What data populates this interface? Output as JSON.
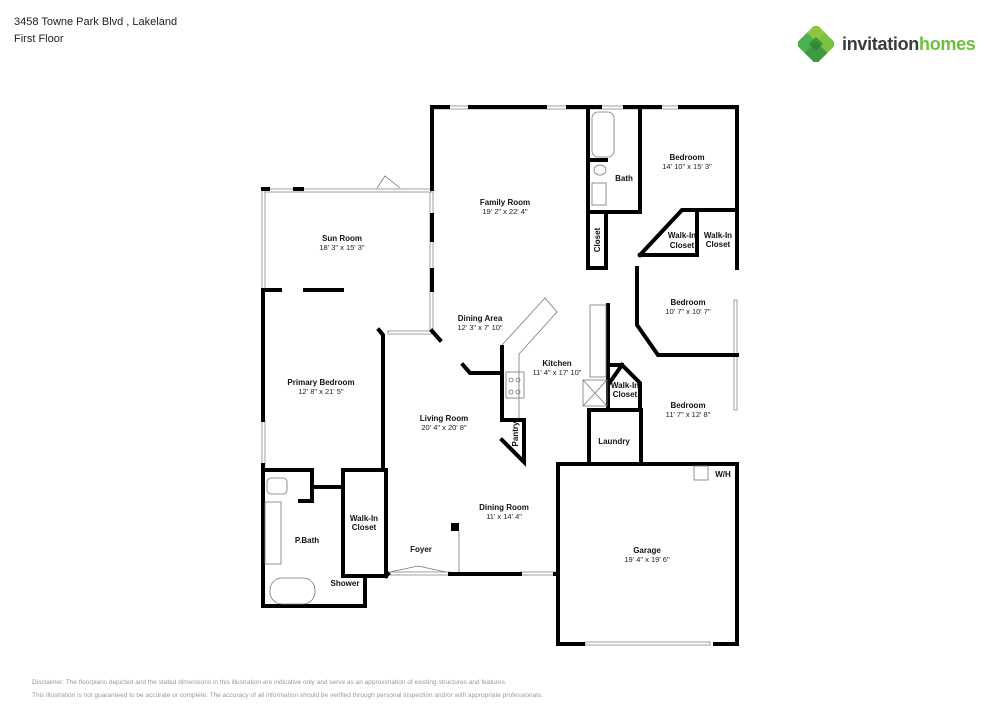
{
  "header": {
    "address": "3458 Towne Park Blvd , Lakeland",
    "floor": "First Floor"
  },
  "logo": {
    "icon": "clover-logo-icon",
    "word1": "invitation",
    "word2": "homes",
    "colors": {
      "dark": "#3a3a3a",
      "green": "#6cbf3c"
    }
  },
  "rooms": {
    "family_room": {
      "name": "Family Room",
      "dims": "19' 2\" x 22' 4\""
    },
    "sun_room": {
      "name": "Sun Room",
      "dims": "18' 3\" x 15' 3\""
    },
    "bath": {
      "name": "Bath"
    },
    "bedroom1": {
      "name": "Bedroom",
      "dims": "14' 10\" x 15' 3\""
    },
    "closet": {
      "name": "Closet"
    },
    "walkin1": {
      "name": "Walk-In Closet"
    },
    "walkin2": {
      "name": "Walk-In Closet"
    },
    "dining_area": {
      "name": "Dining Area",
      "dims": "12' 3\" x 7' 10\""
    },
    "bedroom2": {
      "name": "Bedroom",
      "dims": "10' 7\" x 10' 7\""
    },
    "kitchen": {
      "name": "Kitchen",
      "dims": "11' 4\" x 17' 10\""
    },
    "primary_bedroom": {
      "name": "Primary Bedroom",
      "dims": "12' 8\" x 21' 5\""
    },
    "walkin3": {
      "name": "Walk-In Closet"
    },
    "bedroom3": {
      "name": "Bedroom",
      "dims": "11' 7\" x 12' 8\""
    },
    "living_room": {
      "name": "Living Room",
      "dims": "20' 4\" x 20' 8\""
    },
    "pantry": {
      "name": "Pantry"
    },
    "laundry": {
      "name": "Laundry"
    },
    "wh": {
      "name": "W/H"
    },
    "walkin4": {
      "name": "Walk-In Closet"
    },
    "pbath": {
      "name": "P.Bath"
    },
    "dining_room": {
      "name": "Dining Room",
      "dims": "11' x 14' 4\""
    },
    "foyer": {
      "name": "Foyer"
    },
    "garage": {
      "name": "Garage",
      "dims": "19' 4\" x 19' 6\""
    },
    "shower": {
      "name": "Shower"
    }
  },
  "disclaimer": {
    "line1": "Disclaimer: The floorplans depicted and the stated dimensions in this illustration are indicative only and serve as an approximation of existing structures and features.",
    "line2": "This illustration is not guaranteed to be accurate or complete. The accuracy of all information should be verified through personal inspection and/or with appropriate professionals."
  }
}
